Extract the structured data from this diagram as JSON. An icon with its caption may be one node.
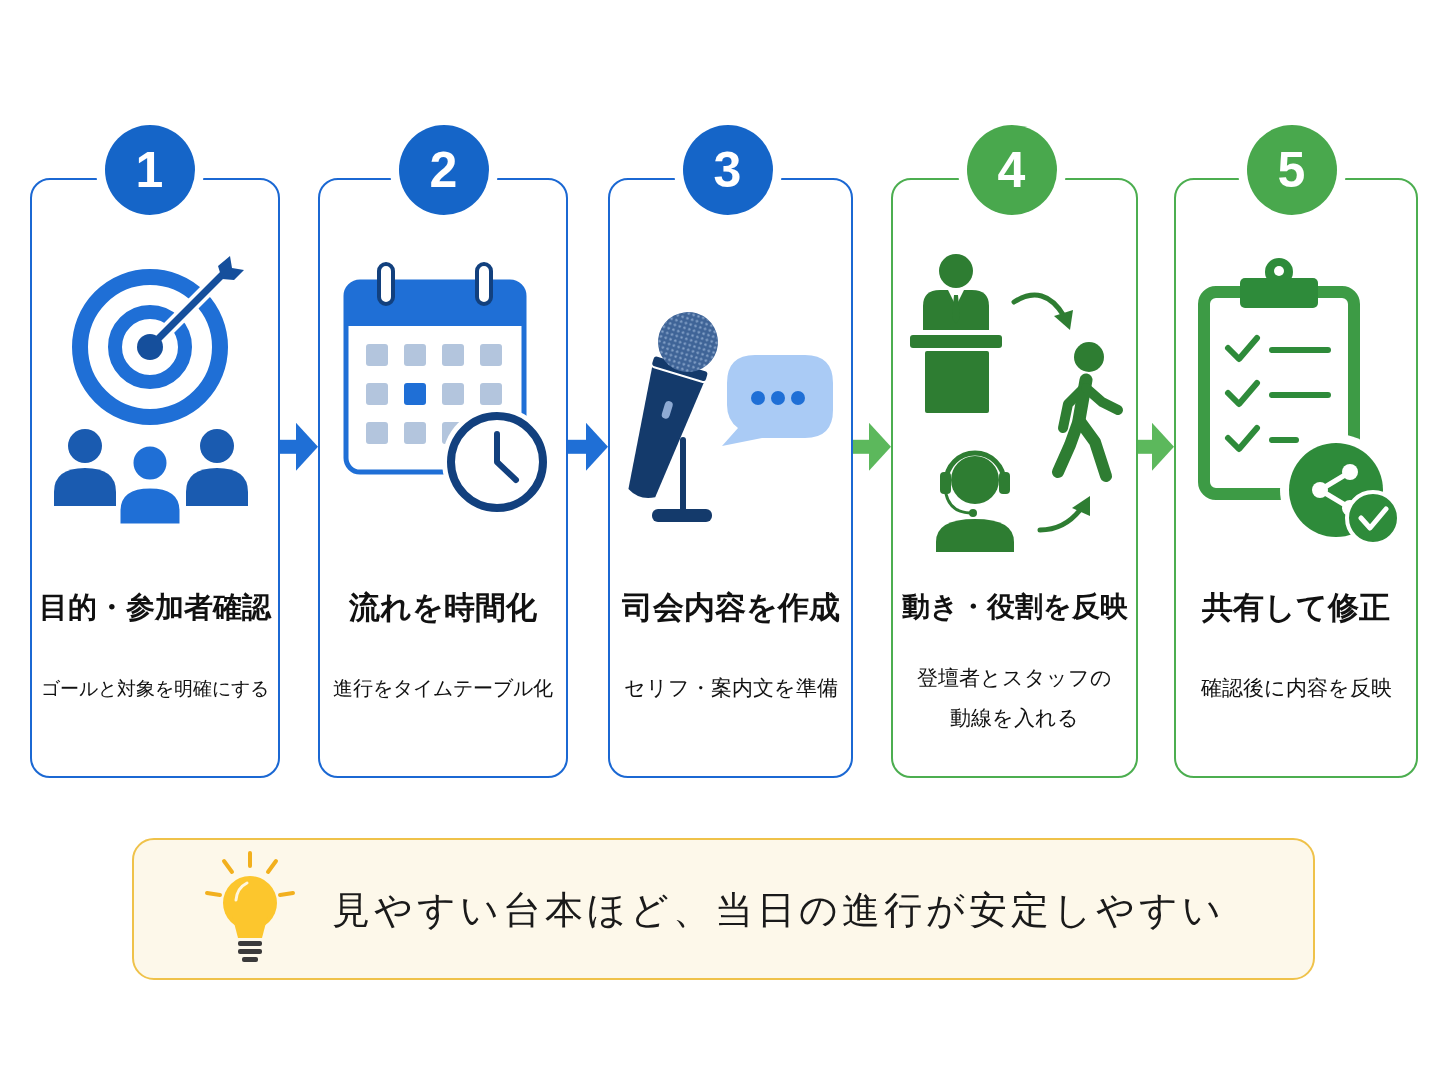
{
  "diagram": {
    "nodes": [
      {
        "text": [
          "1",
          "目的・参加者確認",
          "ゴールと対象を明確にする"
        ]
      },
      {
        "text": [
          "2",
          "流れを時間化",
          "進行をタイムテーブル化"
        ]
      },
      {
        "text": [
          "3",
          "司会内容を作成",
          "セリフ・案内文を準備"
        ]
      },
      {
        "text": [
          "4",
          "動き・役割を反映",
          "登壇者とスタッフの動線を入れる"
        ]
      },
      {
        "text": [
          "5",
          "共有して修正",
          "確認後に内容を反映"
        ]
      },
      {
        "text": [
          "見やすい台本ほど、当日の進行が安定しやすい"
        ]
      }
    ],
    "edges": [
      {
        "from": 0,
        "to": 1,
        "arrow": "to",
        "color": "#1f6fd6"
      },
      {
        "from": 1,
        "to": 2,
        "arrow": "to",
        "color": "#1f6fd6"
      },
      {
        "from": 2,
        "to": 3,
        "arrow": "to",
        "color": "#5cb85c"
      },
      {
        "from": 3,
        "to": 4,
        "arrow": "to",
        "color": "#5cb85c"
      }
    ]
  }
}
